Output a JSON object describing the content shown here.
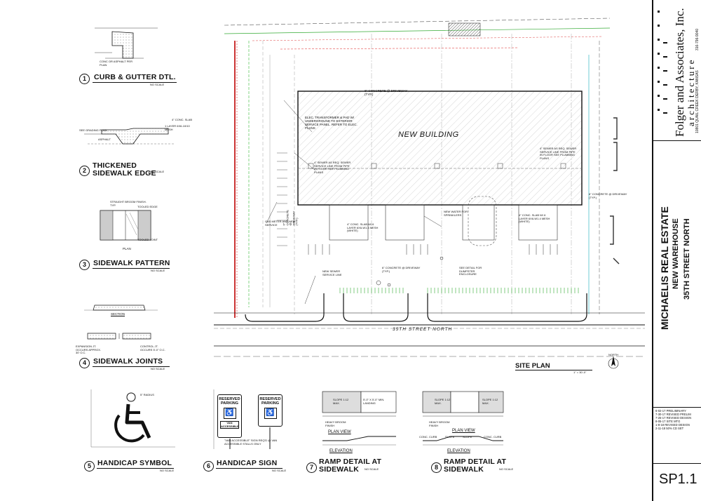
{
  "firm": {
    "name": "Folger and Associates, Inc.",
    "discipline": "architecture",
    "address": "10801 QUAIL CREEK DERBY, KANSAS",
    "phone": "316-796-9040"
  },
  "project": {
    "client": "MICHAELIS REAL ESTATE",
    "title": "NEW WAREHOUSE",
    "location": "35TH STREET NORTH"
  },
  "revisions": [
    "6-02-17 PRELIMINARY",
    "7-30-17 REVISED PRELIM",
    "7-25-17 REVISED DESIGN",
    "8-05-17 SITE MTG",
    "1-8-18 REVISED DESIGN",
    "2-11-18 50% CD SET"
  ],
  "sheet_number": "SP1.1",
  "site_plan": {
    "title": "SITE PLAN",
    "scale": "1\" = 30'-0\"",
    "north_label": "NORTH",
    "building_label": "NEW BUILDING",
    "street_label": "35TH STREET NORTH",
    "notes": {
      "concrete_drive": "6\" CONCRETE @ DRIVEWAY (TYP.)",
      "elec_transformer": "ELEC. TRANSFORMER & PAD W/ UNDERGROUND TO EXTERIOR SERVICE PANEL. REFER TO ELEC. PLANS",
      "sign_note": "SIGN",
      "conc_slab": "4\" CONC. SLAB W/ 6 LAYER 6X6-W1.4 MESH (WHITE)",
      "new_water": "NEW WATER FOR SPRINKLERS",
      "see_detail": "SEE DETAIL FOR DUMPSTER ENCLOSURE",
      "sewer": "NEW SEWER SERVICE LINE",
      "gas": "GAS METER AND NEW SERVICE",
      "plumb_a": "4\" SEWER AS REQ. SEWER SERVICE LINE FROM PIPE IN FLOOR SEE PLUMBING PLANS",
      "plumb_b": "4\" SEWER AS REQ. SEWER SERVICE LINE FROM PIPE IN FLOOR SEE PLUMBING PLANS"
    }
  },
  "details": [
    {
      "num": "1",
      "title": "CURB & GUTTER DTL.",
      "scale": "NO SCALE"
    },
    {
      "num": "2",
      "title": "THICKENED SIDEWALK EDGE",
      "scale": "NO SCALE"
    },
    {
      "num": "3",
      "title": "SIDEWALK PATTERN",
      "scale": "NO SCALE"
    },
    {
      "num": "4",
      "title": "SIDEWALK JOINTS",
      "scale": "NO SCALE"
    },
    {
      "num": "5",
      "title": "HANDICAP SYMBOL",
      "scale": "NO SCALE"
    },
    {
      "num": "6",
      "title": "HANDICAP SIGN",
      "scale": "NO SCALE"
    },
    {
      "num": "7",
      "title": "RAMP DETAIL AT SIDEWALK",
      "scale": "NO SCALE"
    },
    {
      "num": "8",
      "title": "RAMP DETAIL AT SIDEWALK",
      "scale": "NO SCALE"
    }
  ],
  "detail_notes": {
    "curb_a": "CONC OR ASPHALT PER PLAN",
    "thick_a": "4\" CONC. SLAB",
    "thick_b": "SEE GRADING PLAN",
    "thick_c": "ASPHALT",
    "thick_d": "1 LAYER 6X6-10/10 MESH",
    "pattern_a": "TOOLED EDGE",
    "pattern_b": "STRAIGHT BROOM FINISH. TYP.",
    "pattern_c": "TOOLED JOINT",
    "pattern_plan": "PLAN",
    "joints_section": "SECTION",
    "joints_a": "EXPANSION JT. OCCURS APPROX. 30' O.C.",
    "joints_b": "CONTROL JT. OCCURS 5'-0\" O.C.",
    "handicap_radius": "5\" RADIUS",
    "sign_text": "RESERVED PARKING",
    "sign_van": "VAN ACCESSIBLE",
    "sign_note": "\"VAN ACCESSIBLE\" SIGN REQ'D @ VAN ACCESSIBLE STALLS ONLY",
    "ramp_plan": "PLAN VIEW",
    "ramp_elev": "ELEVATION",
    "ramp_slope": "SLOPE 1:12 MAX.",
    "ramp_landing": "5'-0\" X 5'-0\" MIN. LANDING",
    "ramp_broom": "HEAVY BROOM FINISH",
    "ramp_slope_short": "SLOPE",
    "ramp_curb": "CONC. CURB"
  }
}
